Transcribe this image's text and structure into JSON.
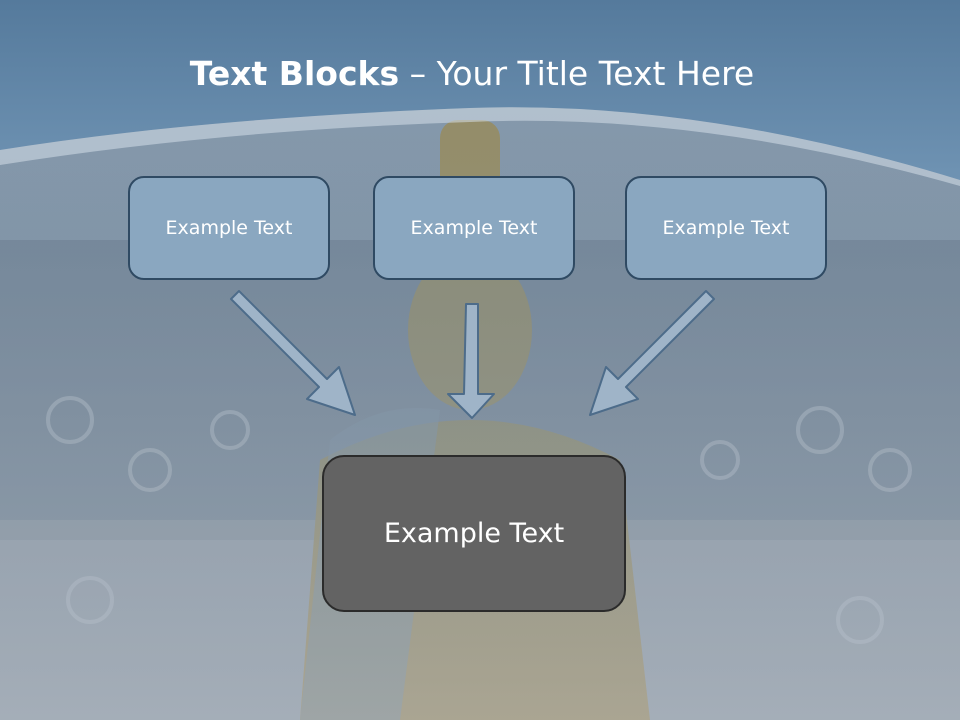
{
  "slide": {
    "title_bold": "Text Blocks",
    "title_dash": " – ",
    "title_rest": "Your Title Text Here",
    "boxes": [
      {
        "label": "Example Text"
      },
      {
        "label": "Example Text"
      },
      {
        "label": "Example Text"
      }
    ],
    "result_box": {
      "label": "Example Text"
    }
  },
  "colors": {
    "header": "#5f86a8",
    "box_fill": "#8aa7c0",
    "box_border": "#2f4a63",
    "result_fill": "#636363",
    "arrow_fill": "#9fb4c8",
    "arrow_stroke": "#4d6c8a"
  }
}
